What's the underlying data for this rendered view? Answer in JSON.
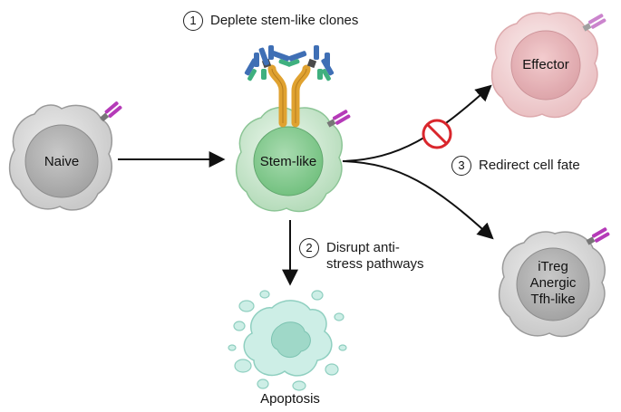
{
  "cells": {
    "naive": "Naive",
    "stem_like": "Stem-like",
    "effector": "Effector",
    "fate_lines": [
      "iTreg",
      "Anergic",
      "Tfh-like"
    ],
    "apoptosis": "Apoptosis"
  },
  "steps": [
    {
      "number": "1",
      "text": "Deplete stem-like clones"
    },
    {
      "number": "2",
      "lines": [
        "Disrupt anti-",
        "stress pathways"
      ]
    },
    {
      "number": "3",
      "text": "Redirect cell fate"
    }
  ],
  "colors": {
    "naive_fill": "#d4d4d4",
    "stem_fill": "#c9e6cd",
    "effector_fill": "#f1c6c8",
    "apoptosis_fill": "#bfe3dc",
    "antibody_stem": "#e0a230",
    "antibody_arm_blue": "#3f6fb5",
    "antibody_arm_green": "#3fb07f",
    "tcr_purple": "#b53ab8",
    "inhibit_red": "#d9262c"
  }
}
